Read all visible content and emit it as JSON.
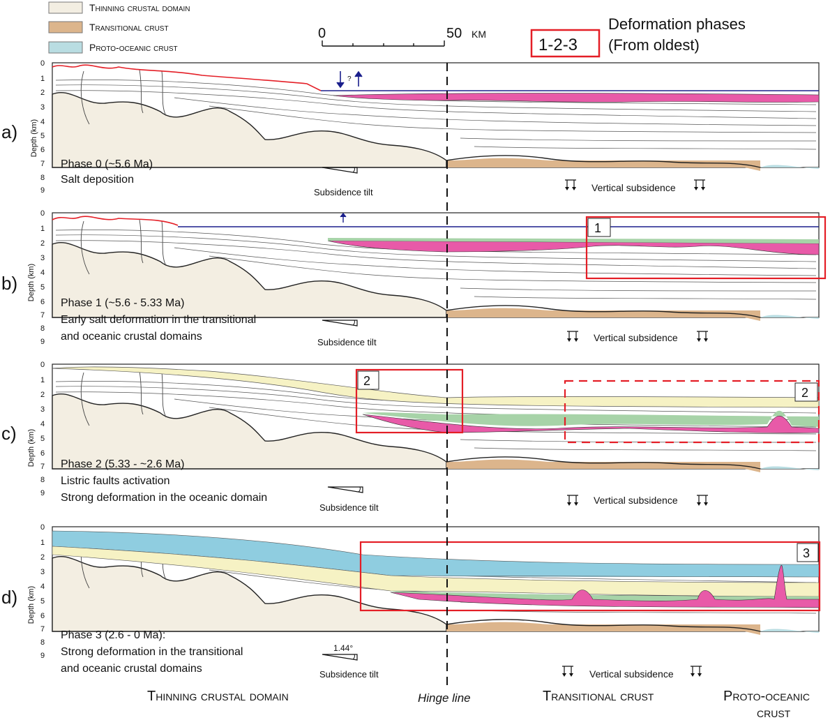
{
  "legend": {
    "items": [
      {
        "label": "Thinning crustal domain",
        "color": "#f3eee2"
      },
      {
        "label": "Transitional crust",
        "color": "#dcb58c"
      },
      {
        "label": "Proto-oceanic crust",
        "color": "#b9dde2"
      }
    ],
    "phases_box": "1-2-3",
    "phases_line1": "Deformation phases",
    "phases_line2": "(From oldest)"
  },
  "scale": {
    "start": "0",
    "end": "50",
    "unit": "km"
  },
  "depth_axis_label": "Depth (km)",
  "depth_ticks": [
    "0",
    "1",
    "2",
    "3",
    "4",
    "5",
    "6",
    "7",
    "8",
    "9"
  ],
  "panels": [
    {
      "letter": "a)",
      "title": "Phase 0 (~5.6 Ma)",
      "desc1": "Salt deposition",
      "desc2": "",
      "desc3": "",
      "tilt_label": "Subsidence tilt",
      "vertical_label": "Vertical subsidence",
      "question": "?"
    },
    {
      "letter": "b)",
      "title": "Phase 1 (~5.6 - 5.33 Ma)",
      "desc1": "Early salt deformation in the transitional",
      "desc2": "and oceanic crustal domains",
      "desc3": "",
      "tilt_label": "Subsidence tilt",
      "vertical_label": "Vertical subsidence",
      "box_label": "1"
    },
    {
      "letter": "c)",
      "title": "Phase 2 (5.33 - ~2.6 Ma)",
      "desc1": "Listric faults activation",
      "desc2": "Strong deformation in the oceanic domain",
      "desc3": "",
      "tilt_label": "Subsidence tilt",
      "vertical_label": "Vertical subsidence",
      "box_label": "2",
      "box_label_2": "2"
    },
    {
      "letter": "d)",
      "title": "Phase 3 (2.6 - 0 Ma):",
      "desc1": "Strong deformation in the transitional",
      "desc2": "and oceanic crustal domains",
      "desc3": "",
      "tilt_label": "Subsidence tilt",
      "tilt_angle": "1.44°",
      "vertical_label": "Vertical subsidence",
      "box_label": "3"
    }
  ],
  "bottom_labels": {
    "thinning": "Thinning crustal domain",
    "hinge": "Hinge line",
    "transitional": "Transitional crust",
    "proto1": "Proto-oceanic",
    "proto2": "crust"
  }
}
